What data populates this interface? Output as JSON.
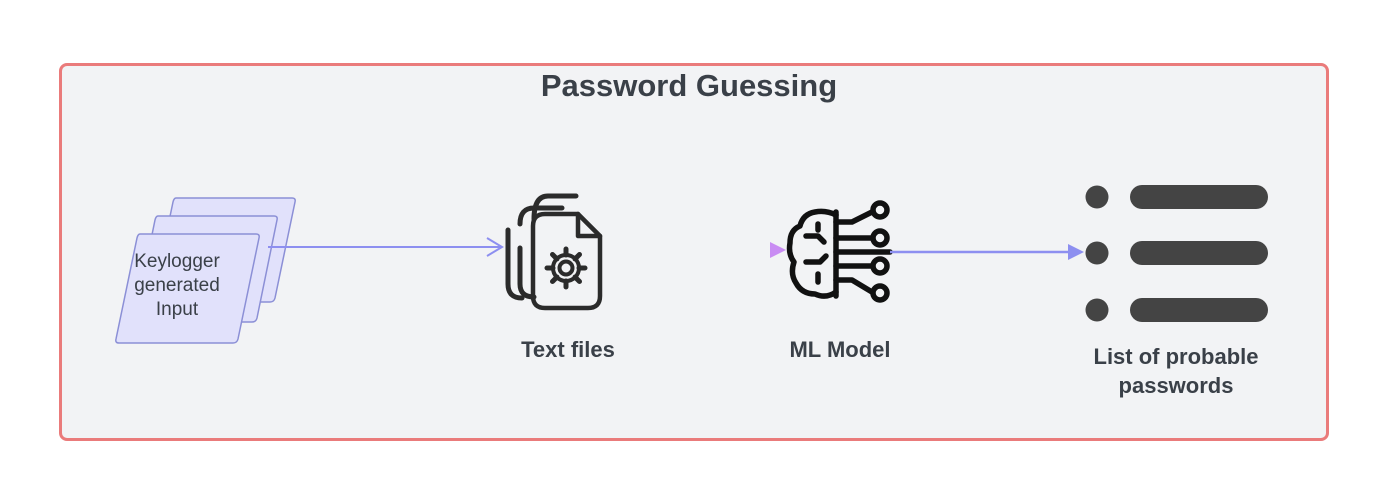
{
  "diagram": {
    "title": "Password Guessing",
    "nodes": {
      "input": {
        "text_line1": "Keylogger",
        "text_line2": "generated",
        "text_line3": "Input"
      },
      "text_files": {
        "label": "Text files",
        "icon": "document-gear-icon"
      },
      "ml_model": {
        "label": "ML Model",
        "icon": "brain-circuit-icon"
      },
      "output": {
        "label_line1": "List of probable",
        "label_line2": "passwords",
        "icon": "bulleted-list-icon"
      }
    },
    "colors": {
      "frame_border": "#ea7b7b",
      "frame_fill": "#f2f3f5",
      "input_fill": "#e1e1fb",
      "arrow_blue": "#8d8ff0",
      "arrow_pink": "#e08aee",
      "icon_dark": "#2b2b2b",
      "list_icon": "#444444"
    }
  }
}
